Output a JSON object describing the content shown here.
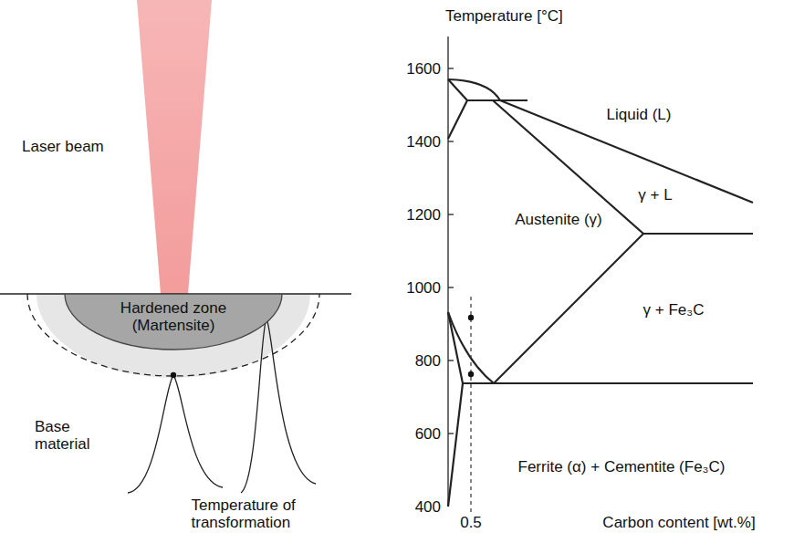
{
  "diagram": {
    "nodes": [
      {
        "text": [
          "Hardened zone (Martensite)"
        ]
      }
    ],
    "labels": [
      "Laser beam",
      "Base material",
      "Temperature of transformation",
      "Temperature [°C]",
      "1600",
      "1400",
      "1200",
      "1000",
      "800",
      "600",
      "400",
      "Liquid (L)",
      "γ + L",
      "Austenite (γ)",
      "γ + Fe₃C",
      "Ferrite (α) + Cementite (Fe₃C)",
      "0.5",
      "Carbon content [wt.%]"
    ]
  }
}
